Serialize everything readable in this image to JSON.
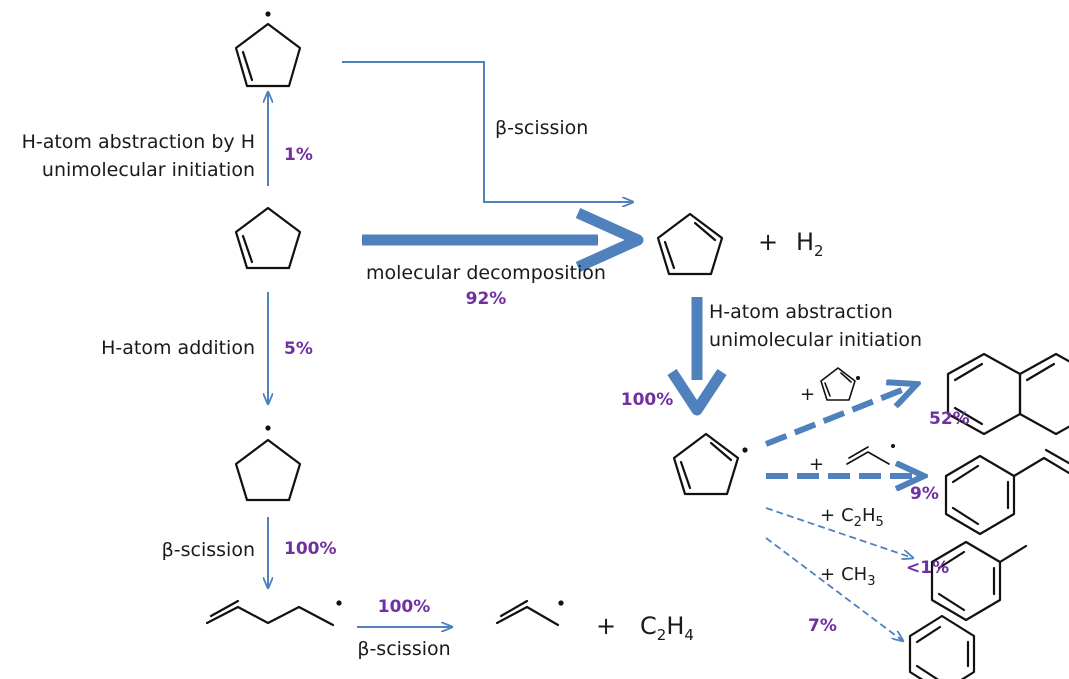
{
  "labels": {
    "abstraction_by_h": "H-atom abstraction by H",
    "unimolecular_initiation_1": "unimolecular initiation",
    "beta_scission_top": "β-scission",
    "molecular_decomposition": "molecular decomposition",
    "h_atom_addition": "H-atom addition",
    "beta_scission_left": "β-scission",
    "beta_scission_bottom": "β-scission",
    "h_atom_abstraction": "H-atom abstraction",
    "unimolecular_initiation_2": "unimolecular initiation"
  },
  "percentages": {
    "abstraction": "1%",
    "molecular_decomposition": "92%",
    "addition": "5%",
    "beta_scission_left": "100%",
    "beta_scission_bottom": "100%",
    "cpd_to_radical": "100%",
    "naphthalene": "52%",
    "indene": "9%",
    "toluene": "<1%",
    "benzene": "7%"
  },
  "species": {
    "plus": "+",
    "h2_base": "H",
    "h2_sub": "2",
    "c2h4_pre": "C",
    "c2h4_sub1": "2",
    "c2h4_mid": "H",
    "c2h4_sub2": "4",
    "c2h5_pre": "C",
    "c2h5_sub1": "2",
    "c2h5_mid": "H",
    "c2h5_sub2": "5",
    "ch3_base": "CH",
    "ch3_sub": "3"
  },
  "colors": {
    "arrow": "#4f81bd",
    "percentage": "#7030a0"
  }
}
